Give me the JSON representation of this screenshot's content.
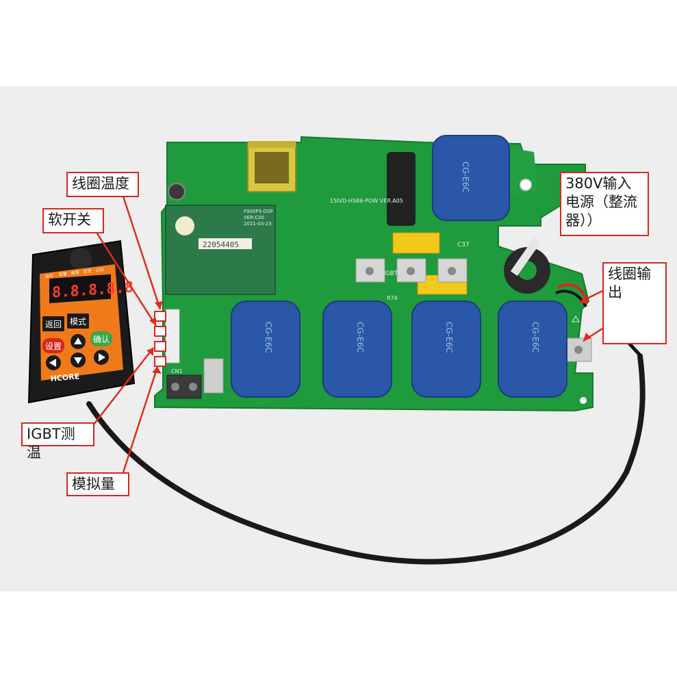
{
  "callouts": {
    "coil_temp": "线圈温度",
    "soft_switch": "软开关",
    "igbt_temp": "IGBT测温",
    "analog": "模拟量",
    "power_input": "380V输入\n电源（整流\n器））",
    "coil_output": "线圈输\n出"
  },
  "controller": {
    "display": "8.8.8.8.8",
    "brand": "HCORE",
    "btn_back": "返回",
    "btn_mode": "模式",
    "btn_set": "设置",
    "btn_ok": "确认",
    "indicators": [
      "运行",
      "告警",
      "故障",
      "反馈",
      "LCD"
    ]
  },
  "board": {
    "capacitor_label": "CG-E6C",
    "igbt_label": "IGBT",
    "module_label": "F900P3-DSP",
    "module_version": "VER:C00",
    "module_date": "2021-03-23",
    "module_serial": "22054405",
    "pcb_label": "15IVD-HS86-POW VER.A05",
    "connector_label": "CN1",
    "cap_ref": "C37",
    "res_ref": "R74"
  },
  "colors": {
    "pcb": "#1f9a3c",
    "pcb_dark": "#157a2c",
    "capacitor": "#2a57a8",
    "capacitor_dark": "#1c3d7c",
    "callout_border": "#d8261e",
    "arrow": "#e02a1c",
    "keypad_orange": "#f07a1a"
  }
}
